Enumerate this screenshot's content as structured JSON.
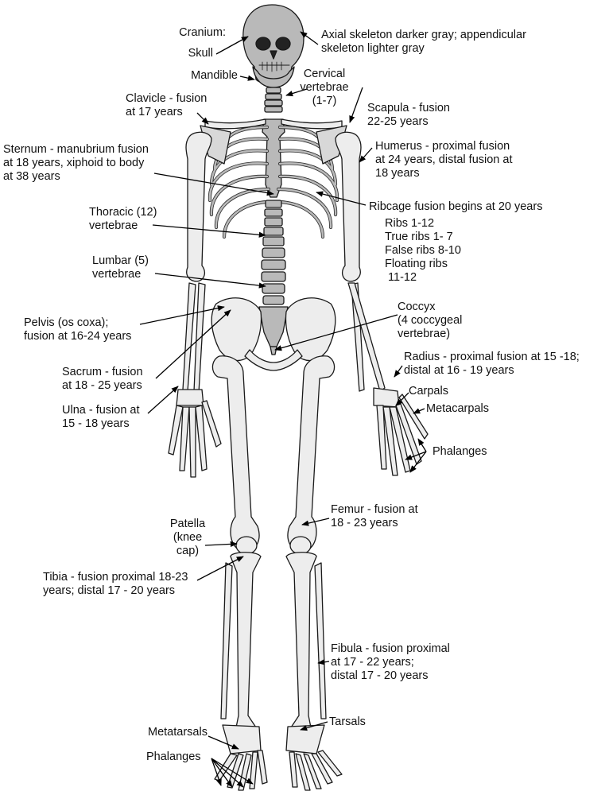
{
  "labels": {
    "cranium": "Cranium:",
    "skull": "Skull",
    "axial": "Axial skeleton darker gray; appendicular\nskeleton lighter gray",
    "mandible": "Mandible",
    "cervical": "Cervical\nvertebrae\n(1-7)",
    "clavicle": "Clavicle - fusion\nat 17 years",
    "scapula": "Scapula - fusion\n22-25 years",
    "sternum": "Sternum - manubrium fusion\nat 18 years, xiphoid to body\nat 38 years",
    "humerus": "Humerus - proximal fusion\nat 24 years, distal fusion at\n18 years",
    "ribcage": "Ribcage fusion begins at 20 years",
    "ribs": "Ribs 1-12\nTrue ribs 1- 7\nFalse ribs 8-10\nFloating ribs\n 11-12",
    "thoracic": "Thoracic (12)\nvertebrae",
    "lumbar": "Lumbar (5)\nvertebrae",
    "pelvis": "Pelvis (os coxa);\nfusion at 16-24 years",
    "coccyx": "Coccyx\n(4 coccygeal\nvertebrae)",
    "radius": "Radius - proximal fusion at 15 -18;\ndistal at 16 - 19 years",
    "sacrum": "Sacrum - fusion\nat 18 - 25 years",
    "carpals": "Carpals",
    "metacarpals": "Metacarpals",
    "ulna": "Ulna - fusion at\n15 - 18 years",
    "phalanges_hand": "Phalanges",
    "femur": "Femur - fusion at\n18 - 23 years",
    "patella": "Patella\n(knee\ncap)",
    "tibia": "Tibia - fusion proximal 18-23\nyears; distal 17 - 20 years",
    "fibula": "Fibula - fusion proximal\nat 17 - 22 years;\ndistal 17 - 20 years",
    "tarsals": "Tarsals",
    "metatarsals": "Metatarsals",
    "phalanges_foot": "Phalanges"
  },
  "colors": {
    "axial": "#b9b9b9",
    "appendicular": "#ededed",
    "outline": "#1a1a1a",
    "pointer": "#000000"
  }
}
